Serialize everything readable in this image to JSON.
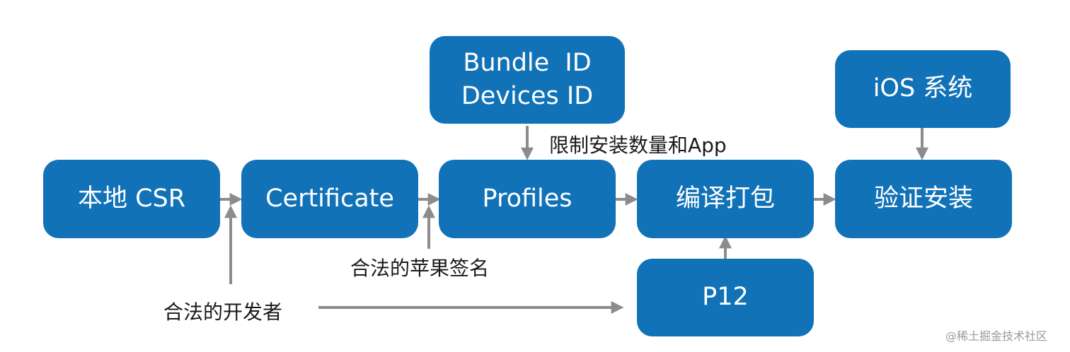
{
  "nodes": {
    "csr": "本地 CSR",
    "certificate": "Certificate",
    "profiles": "Profiles",
    "bundle_id": "Bundle  ID",
    "devices_id": "Devices ID",
    "compile": "编译打包",
    "verify": "验证安装",
    "ios_system": "iOS 系统",
    "p12": "P12"
  },
  "labels": {
    "limit_install": "限制安装数量和App",
    "apple_signature": "合法的苹果签名",
    "developer": "合法的开发者"
  },
  "watermark": "@稀土掘金技术社区",
  "colors": {
    "box": "#1172b8",
    "arrow": "#8c8c8c"
  }
}
